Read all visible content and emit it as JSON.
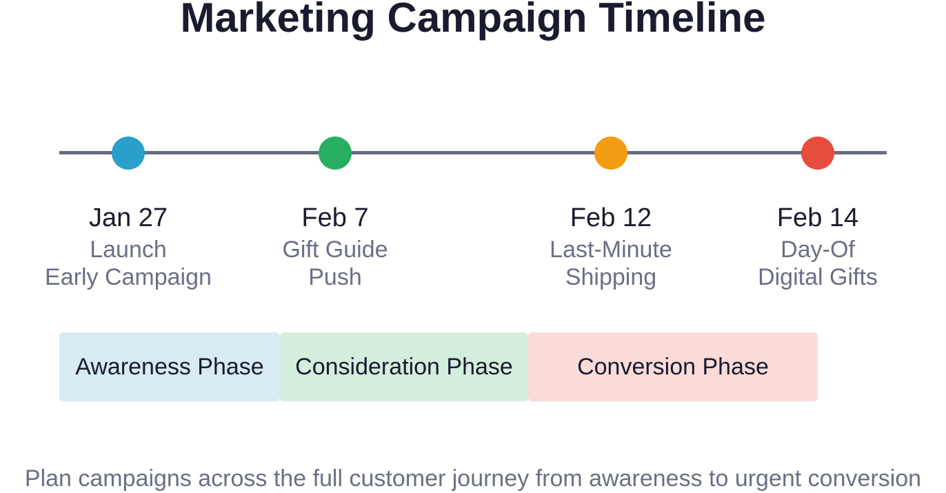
{
  "title": "Marketing Campaign Timeline",
  "milestones": [
    {
      "date": "Jan 27",
      "line1": "Launch",
      "line2": "Early Campaign",
      "color": "#2a9fc9"
    },
    {
      "date": "Feb 7",
      "line1": "Gift Guide",
      "line2": "Push",
      "color": "#27ae60"
    },
    {
      "date": "Feb 12",
      "line1": "Last-Minute",
      "line2": "Shipping",
      "color": "#f39c12"
    },
    {
      "date": "Feb 14",
      "line1": "Day-Of",
      "line2": "Digital Gifts",
      "color": "#e74c3c"
    }
  ],
  "phases": [
    {
      "label": "Awareness Phase",
      "color": "#d6ebf2"
    },
    {
      "label": "Consideration Phase",
      "color": "#d4eede"
    },
    {
      "label": "Conversion Phase",
      "color": "#fadbd8"
    }
  ],
  "footer": "Plan campaigns across the full customer journey from awareness to urgent conversion"
}
